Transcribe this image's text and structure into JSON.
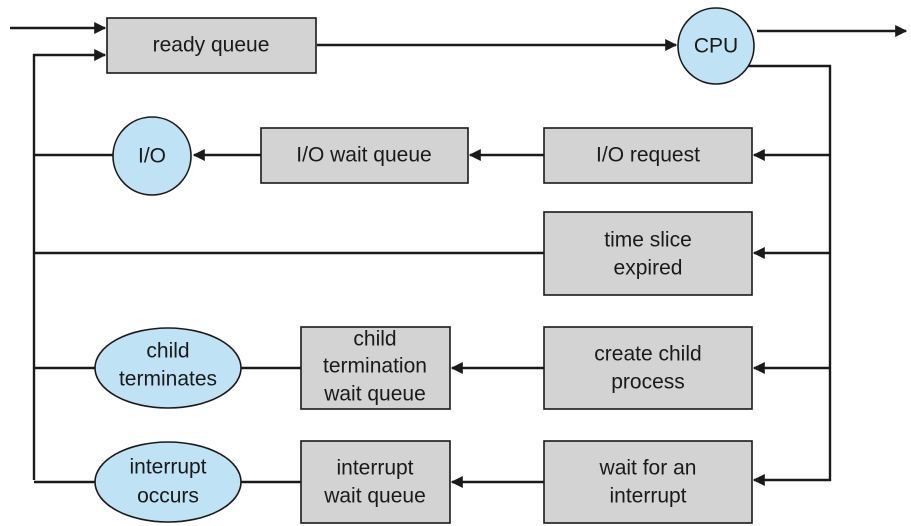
{
  "boxes": {
    "ready_queue": "ready queue",
    "io_wait_queue": "I/O wait queue",
    "io_request": "I/O request",
    "time_slice": [
      "time slice",
      "expired"
    ],
    "child_wait_queue": [
      "child",
      "termination",
      "wait queue"
    ],
    "create_child": [
      "create child",
      "process"
    ],
    "interrupt_wait_queue": [
      "interrupt",
      "wait queue"
    ],
    "wait_interrupt": [
      "wait for an",
      "interrupt"
    ]
  },
  "nodes": {
    "cpu": "CPU",
    "io": "I/O",
    "child_terminates": [
      "child",
      "terminates"
    ],
    "interrupt_occurs": [
      "interrupt",
      "occurs"
    ]
  },
  "colors": {
    "box_fill": "#d3d3d3",
    "node_fill": "#bfe3f5",
    "line": "#1a1a1a"
  }
}
